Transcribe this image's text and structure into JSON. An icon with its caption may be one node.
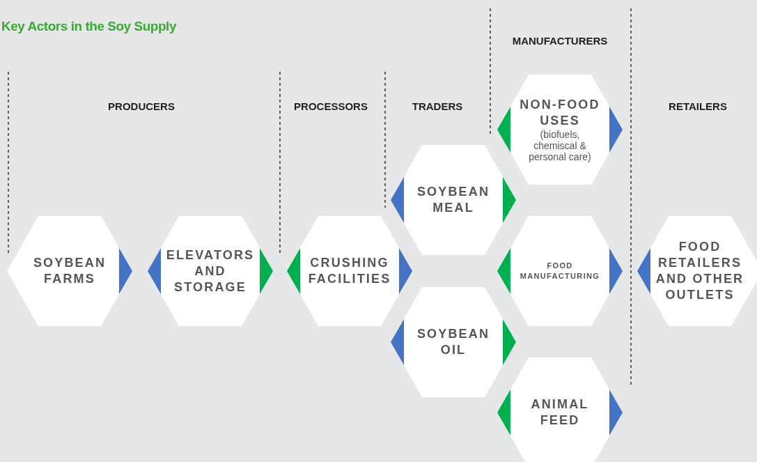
{
  "diagram": {
    "title": "Key Actors in the Soy Supply",
    "nodes": [
      {
        "text": [
          "SOYBEAN FARMS"
        ]
      },
      {
        "text": [
          "ELEVATORS AND STORAGE"
        ]
      },
      {
        "text": [
          "CRUSHING FACILITIES"
        ]
      },
      {
        "text": [
          "SOYBEAN MEAL"
        ]
      },
      {
        "text": [
          "SOYBEAN OIL"
        ]
      },
      {
        "text": [
          "NON-FOOD USES",
          "(biofuels, chemiscal & personal care)"
        ]
      },
      {
        "text": [
          "FOOD MANUFACTURING"
        ]
      },
      {
        "text": [
          "ANIMAL FEED"
        ]
      },
      {
        "text": [
          "FOOD RETAILERS AND OTHER OUTLETS"
        ]
      }
    ],
    "labels": [
      "MANUFACTURERS",
      "PRODUCERS",
      "PROCESSORS",
      "TRADERS",
      "RETAILERS"
    ]
  }
}
